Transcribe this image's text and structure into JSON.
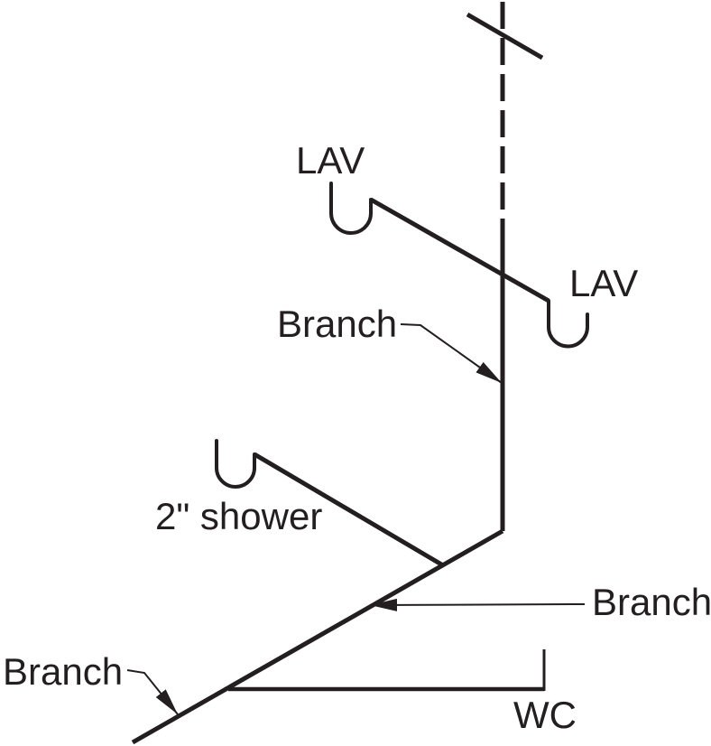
{
  "page": {
    "background": "#ffffff"
  },
  "diagram": {
    "type": "plumbing-isometric-riser-diagram",
    "ink_color": "#231f20",
    "labels": {
      "lav_upper": "LAV",
      "lav_lower": "LAV",
      "branch_upper": "Branch",
      "branch_right": "Branch",
      "branch_left": "Branch",
      "shower": "2\" shower",
      "wc": "WC"
    },
    "symbols": [
      "stack-break",
      "vent-stack-dashed",
      "waste-stack",
      "p-trap",
      "branch-pipe",
      "leader-arrow"
    ]
  }
}
